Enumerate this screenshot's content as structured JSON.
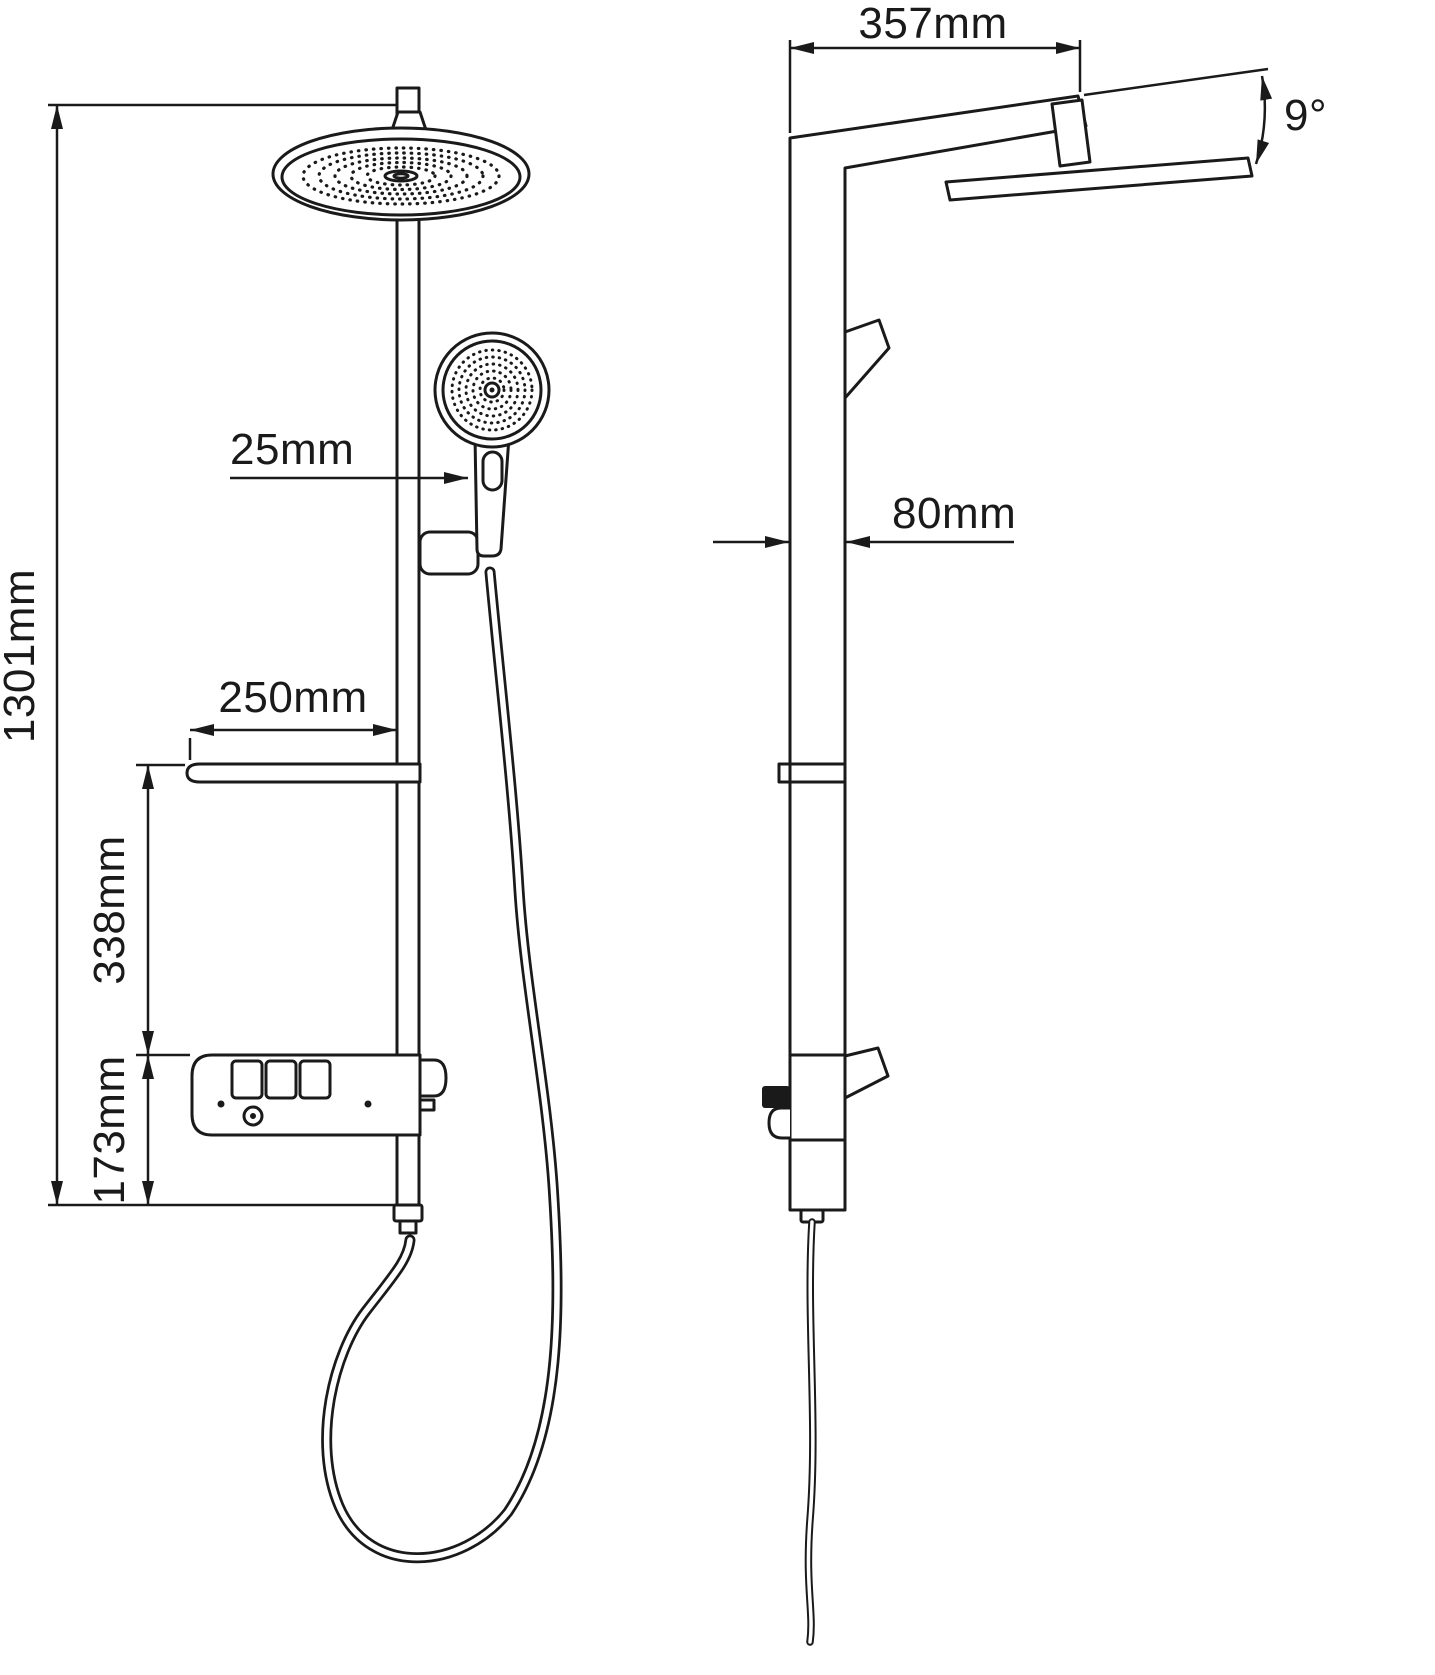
{
  "labels": {
    "overall_height": "1301mm",
    "handshower_offset": "25mm",
    "shelf_width": "250mm",
    "shelf_to_mixer": "338mm",
    "mixer_section_height": "173mm",
    "arm_reach": "357mm",
    "head_tilt_angle": "9°",
    "column_depth": "80mm"
  },
  "colors": {
    "line": "#1a1a1a",
    "background": "#ffffff"
  }
}
